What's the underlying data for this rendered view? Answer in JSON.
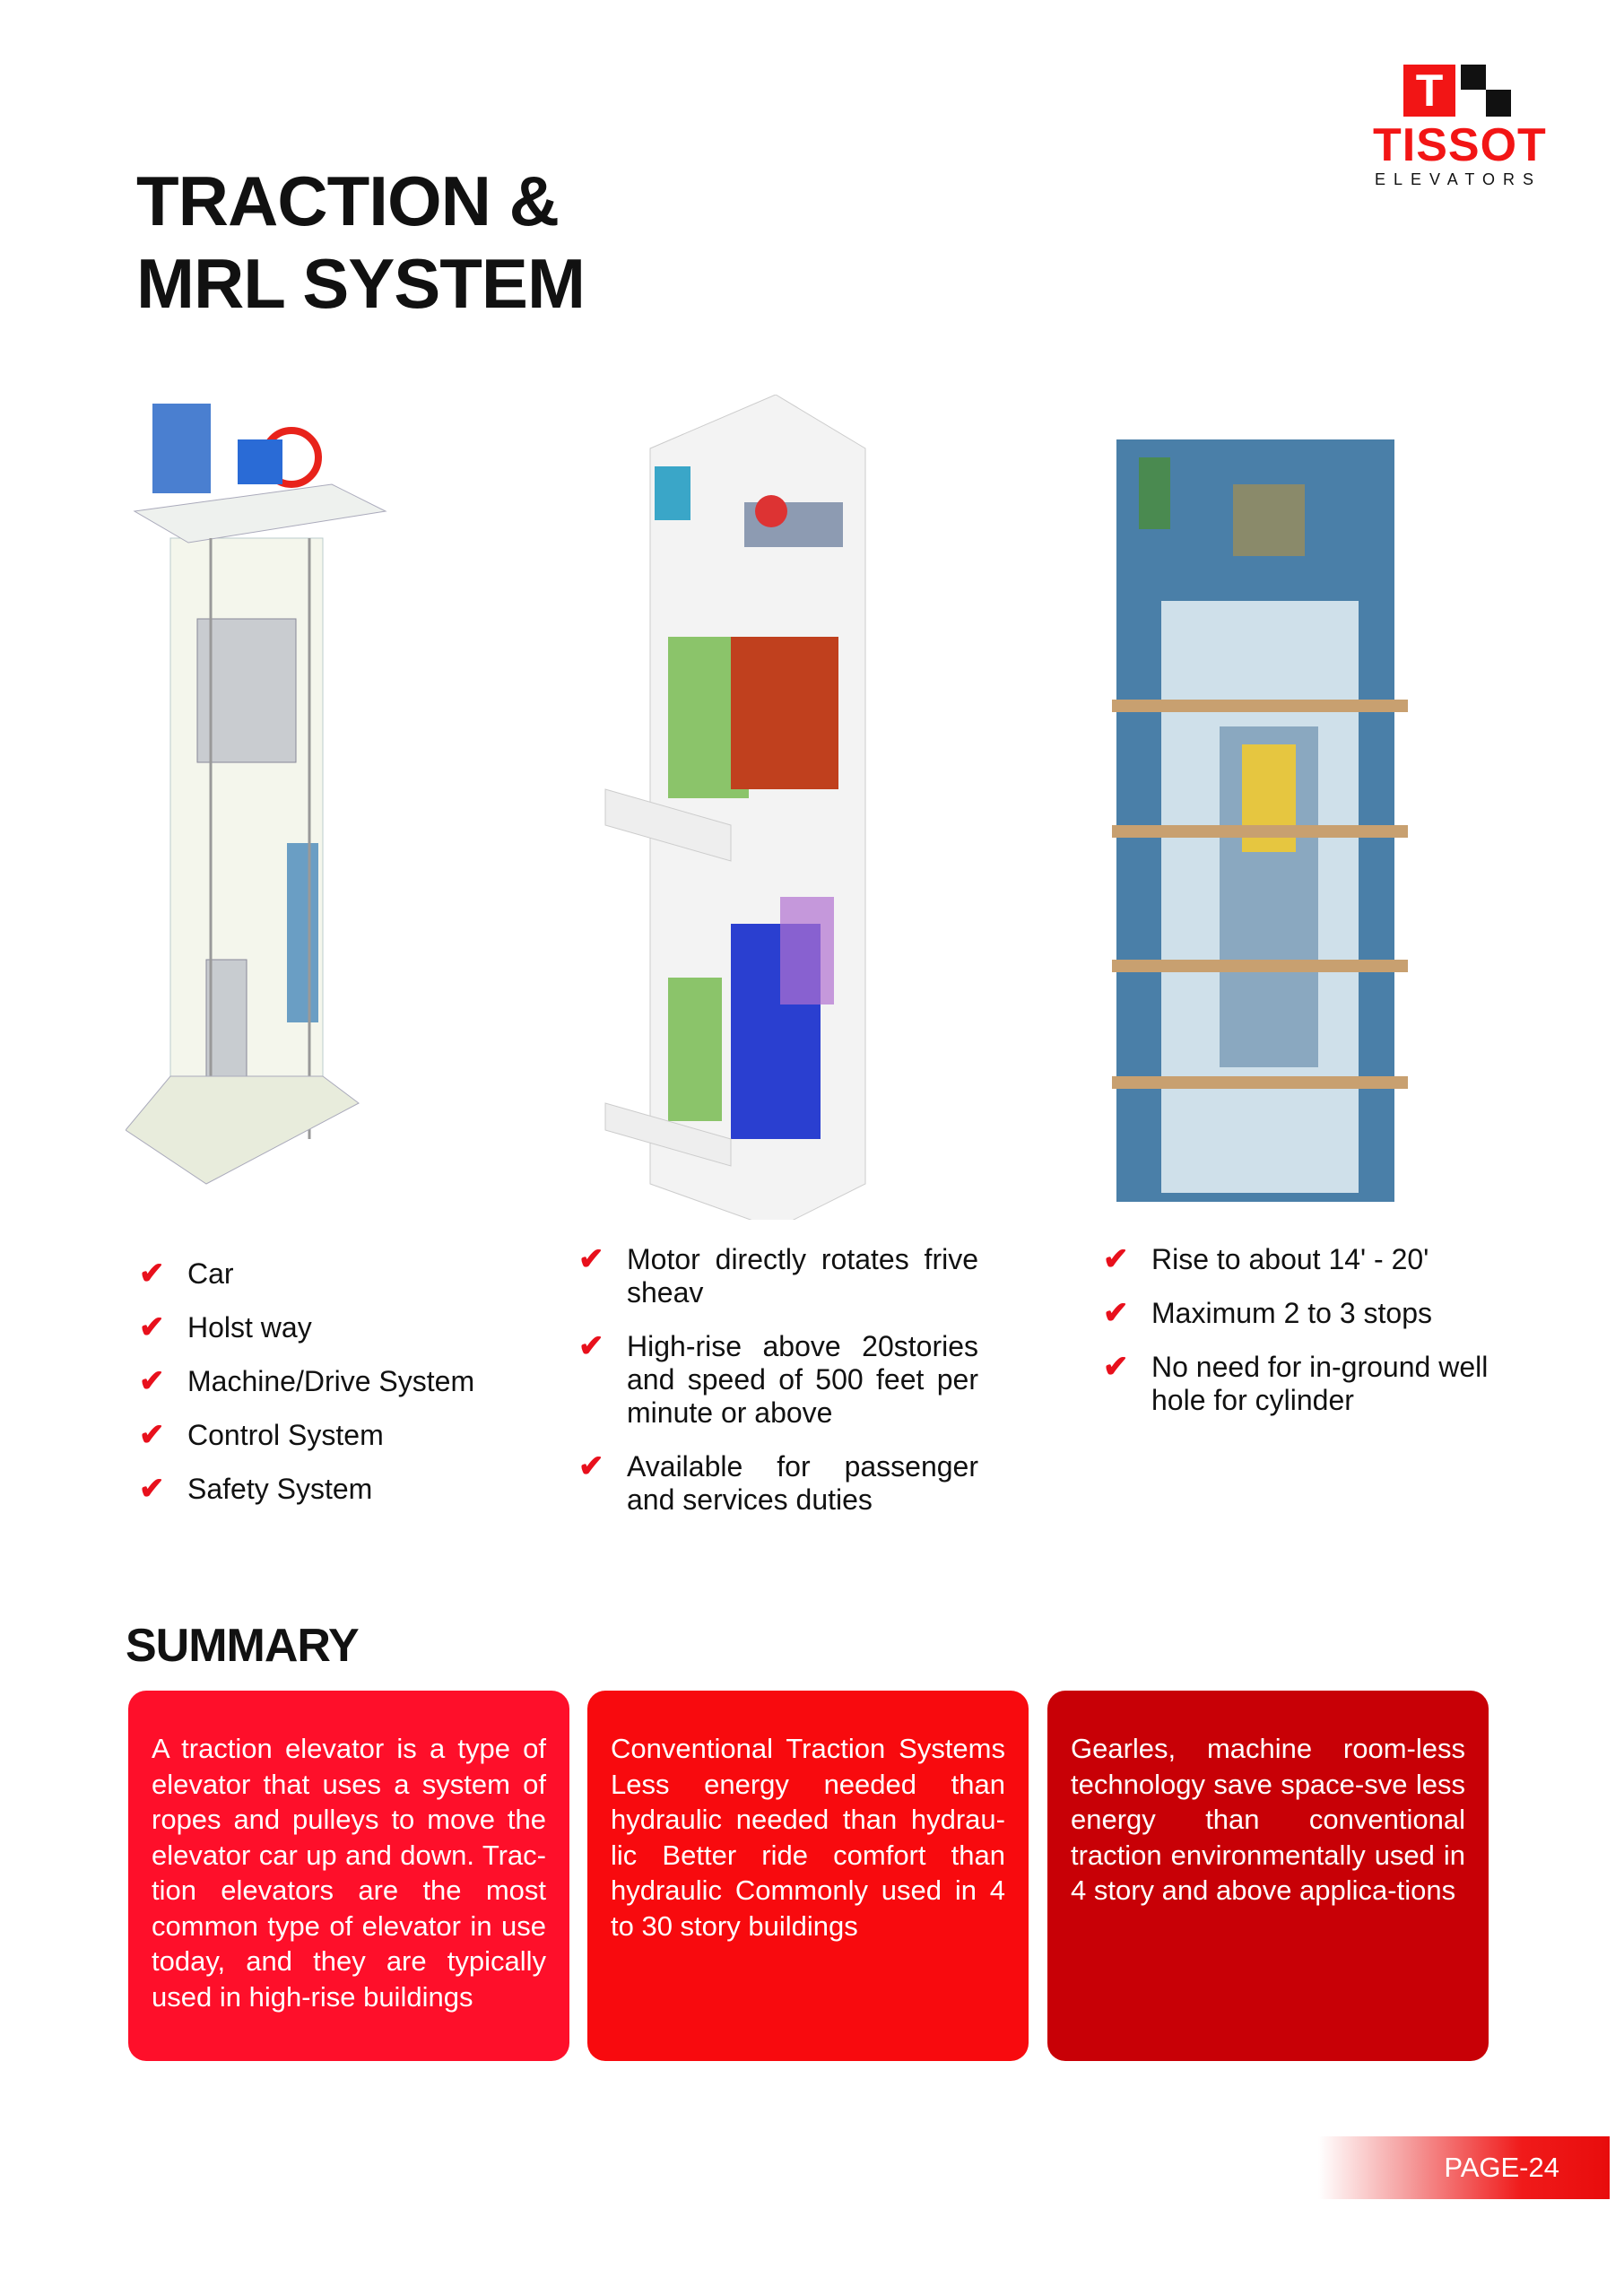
{
  "brand": {
    "logo_letter": "T",
    "name": "TISSOT",
    "sub": "ELEVATORS"
  },
  "title": {
    "line1": "TRACTION &",
    "line2": "MRL SYSTEM"
  },
  "lists": [
    {
      "items": [
        "Car",
        "Holst way",
        "Machine/Drive System",
        "Control System",
        "Safety System"
      ]
    },
    {
      "items": [
        "Motor directly rotates frive sheav",
        "High-rise above 20stories and speed of 500 feet per minute or above",
        "Available for passenger and services duties"
      ]
    },
    {
      "items": [
        "Rise to about 14' - 20'",
        "Maximum 2 to 3 stops",
        "No need for in-ground well hole for cylinder"
      ]
    }
  ],
  "check_icon": "✔",
  "summary": {
    "title": "SUMMARY",
    "boxes": [
      {
        "text": "A traction elevator is a type of elevator that uses a system of ropes and pulleys to move the elevator car up and down. Trac-tion elevators are the most common type of elevator in use today, and they are typically used in high-rise buildings",
        "color": "#fe0f2a"
      },
      {
        "text": "Conventional Traction Systems Less energy needed than hydraulic needed than hydrau-lic Better ride comfort than hydraulic Commonly used in 4 to 30 story buildings",
        "color": "#f80a0e"
      },
      {
        "text": "Gearles, machine room-less technology save space-sve less energy than conventional traction environmentally used in 4 story and above applica-tions",
        "color": "#c80006"
      }
    ]
  },
  "footer": {
    "page": "PAGE-24"
  }
}
